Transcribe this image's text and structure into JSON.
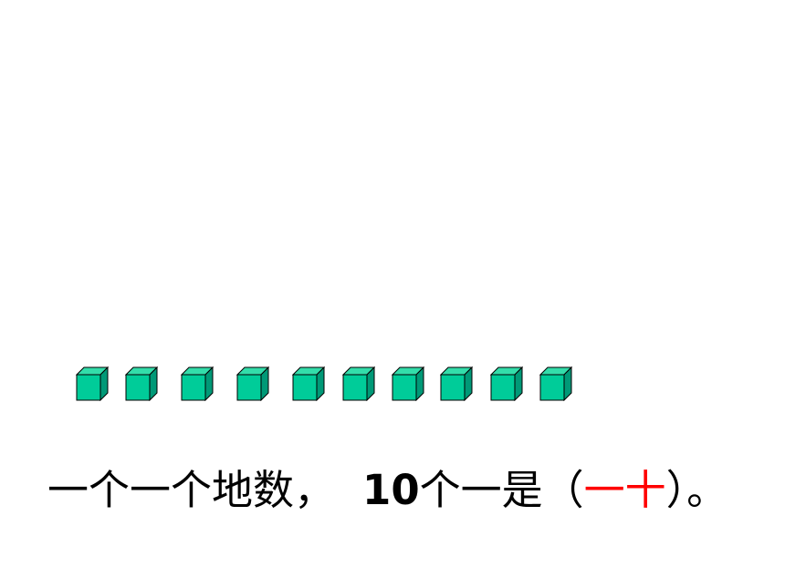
{
  "blocks": {
    "count": 10,
    "face_color": "#00cc99",
    "top_color": "#33ddaa",
    "side_color": "#009977",
    "edge_color": "#000000"
  },
  "sentence": {
    "part1": "一个一个地数，",
    "number": "10",
    "part2": "个一是（",
    "answer": "一十",
    "part3": "）。"
  },
  "colors": {
    "answer": "#ff0000",
    "text": "#000000"
  }
}
